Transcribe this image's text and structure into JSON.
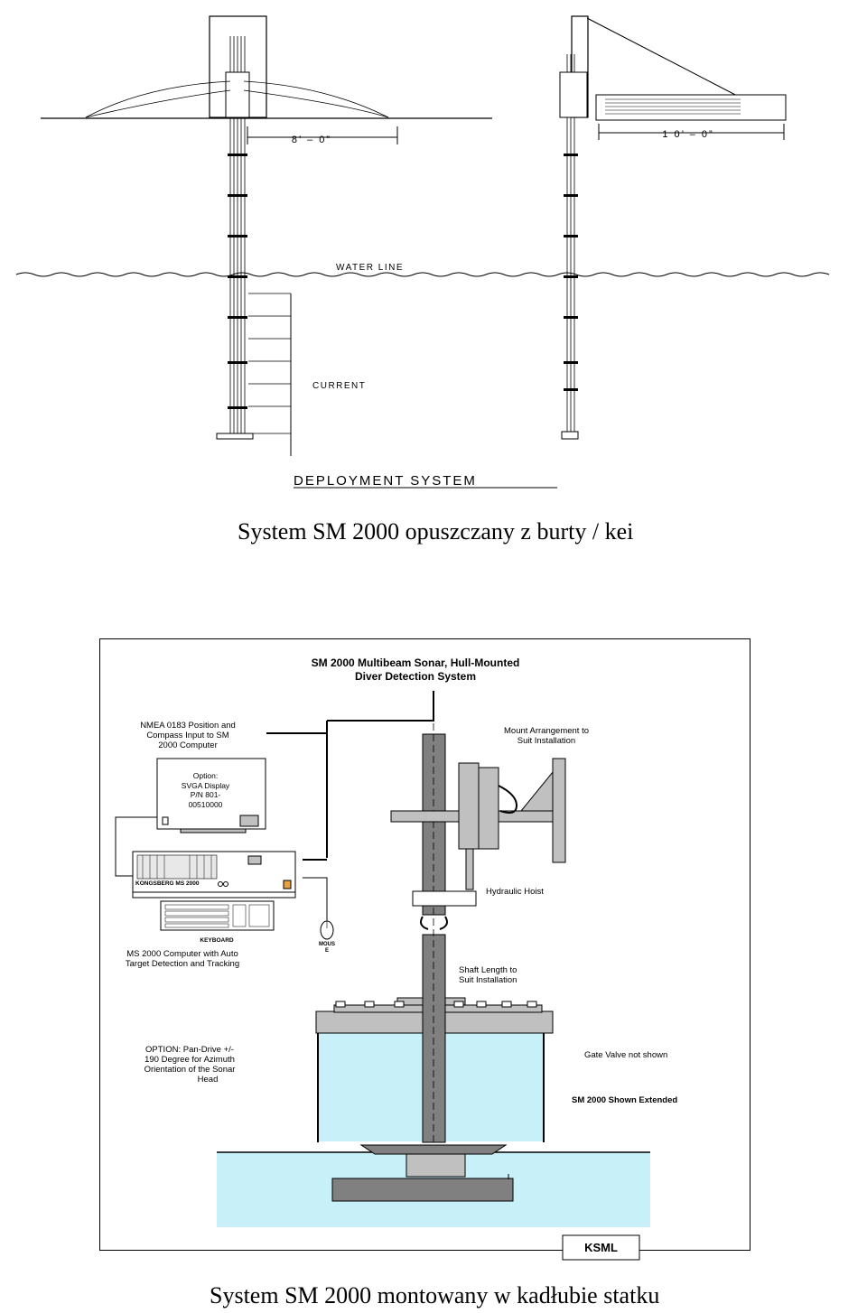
{
  "top_figure": {
    "dim_left": "8’ – 0”",
    "dim_right": "1 0’ – 0”",
    "water_line": "WATER  LINE",
    "current": "CURRENT",
    "title": "DEPLOYMENT SYSTEM"
  },
  "caption_top": "System SM 2000 opuszczany z burty / kei",
  "hull_diagram": {
    "title_line1": "SM 2000 Multibeam Sonar, Hull-Mounted",
    "title_line2": "Diver Detection System",
    "nmea": [
      "NMEA 0183 Position and",
      "Compass Input to SM",
      "2000 Computer"
    ],
    "mount": [
      "Mount Arrangement to",
      "Suit Installation"
    ],
    "display": [
      "Option:",
      "SVGA Display",
      "P/N 801-",
      "00510000"
    ],
    "computer_brand": "KONGSBERG MS 2000",
    "hydraulic": "Hydraulic Hoist",
    "keyboard": "KEYBOARD",
    "mouse": [
      "MOUS",
      "E"
    ],
    "computer_desc": [
      "MS 2000 Computer with Auto",
      "Target Detection and Tracking"
    ],
    "shaft": [
      "Shaft Length to",
      "Suit Installation"
    ],
    "option_pan": [
      "OPTION: Pan-Drive +/-",
      "190 Degree for Azimuth",
      "Orientation of the Sonar",
      "Head"
    ],
    "gate_valve": "Gate Valve not shown",
    "extended": "SM 2000 Shown Extended",
    "brand_box": "KSML"
  },
  "caption_bottom": "System SM 2000 montowany w kadłubie statku",
  "colors": {
    "water": "#c8f0f8",
    "steel": "#c0c0c0",
    "steel_dark": "#808080"
  }
}
